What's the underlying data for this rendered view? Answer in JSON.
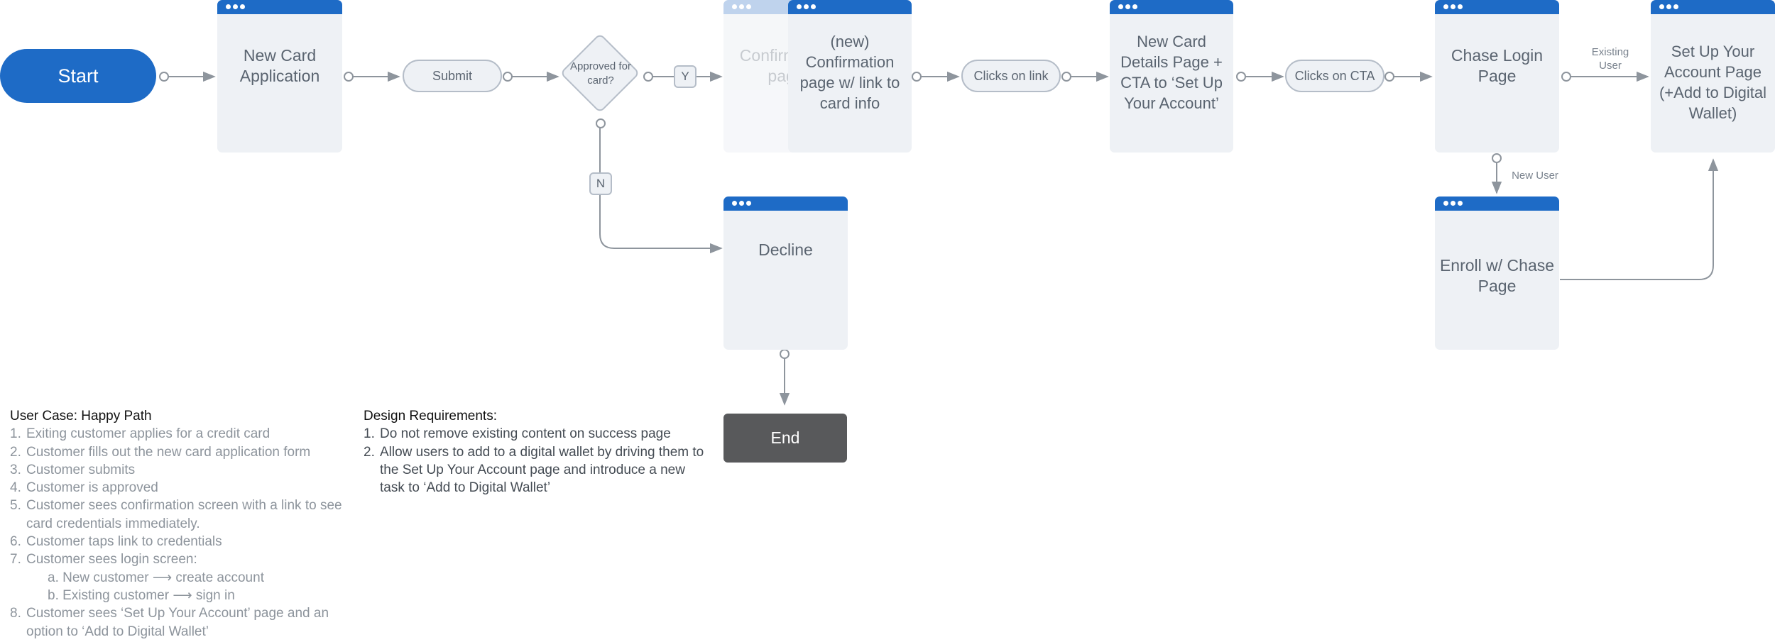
{
  "nodes": {
    "start": "Start",
    "new_card_application": "New Card Application",
    "submit": "Submit",
    "approved": "Approved for card?",
    "yes_label": "Y",
    "no_label": "N",
    "confirmation_ghost": "Confirmation page",
    "new_confirmation": "(new) Confirmation page w/ link to card info",
    "clicks_on_link": "Clicks on link",
    "new_card_details": "New Card Details Page + CTA to ‘Set Up Your Account’",
    "clicks_on_cta": "Clicks on CTA",
    "chase_login": "Chase Login Page",
    "existing_user": "Existing User",
    "new_user": "New User",
    "set_up_account": "Set Up Your Account Page (+Add to Digital Wallet)",
    "decline": "Decline",
    "enroll": "Enroll w/ Chase Page",
    "end": "End"
  },
  "user_case": {
    "title": "User Case: Happy Path",
    "steps": [
      {
        "n": "1.",
        "text": "Exiting customer applies for a credit card"
      },
      {
        "n": "2.",
        "text": "Customer fills out the new card application form"
      },
      {
        "n": "3.",
        "text": "Customer submits"
      },
      {
        "n": "4.",
        "text": "Customer is approved"
      },
      {
        "n": "5.",
        "text": "Customer sees confirmation screen with a link to see card credentials immediately."
      },
      {
        "n": "6.",
        "text": "Customer taps link to credentials"
      },
      {
        "n": "7.",
        "text": "Customer sees login screen:"
      },
      {
        "n": "",
        "text": "a. New customer ⟶ create account"
      },
      {
        "n": "",
        "text": "b. Existing customer ⟶ sign in"
      },
      {
        "n": "8.",
        "text": "Customer sees ‘Set Up Your Account’ page and an option to ‘Add to Digital Wallet’"
      }
    ]
  },
  "requirements": {
    "title": "Design Requirements:",
    "items": [
      {
        "n": "1.",
        "text": "Do not remove existing content on success page"
      },
      {
        "n": "2.",
        "text": "Allow users to add to a digital wallet by driving them to the Set Up Your Account page and introduce a new task to ‘Add to Digital Wallet’"
      }
    ]
  },
  "colors": {
    "accent": "#1e6bc6",
    "card": "#eef1f5",
    "connector": "#8e959d",
    "end": "#58595b"
  }
}
